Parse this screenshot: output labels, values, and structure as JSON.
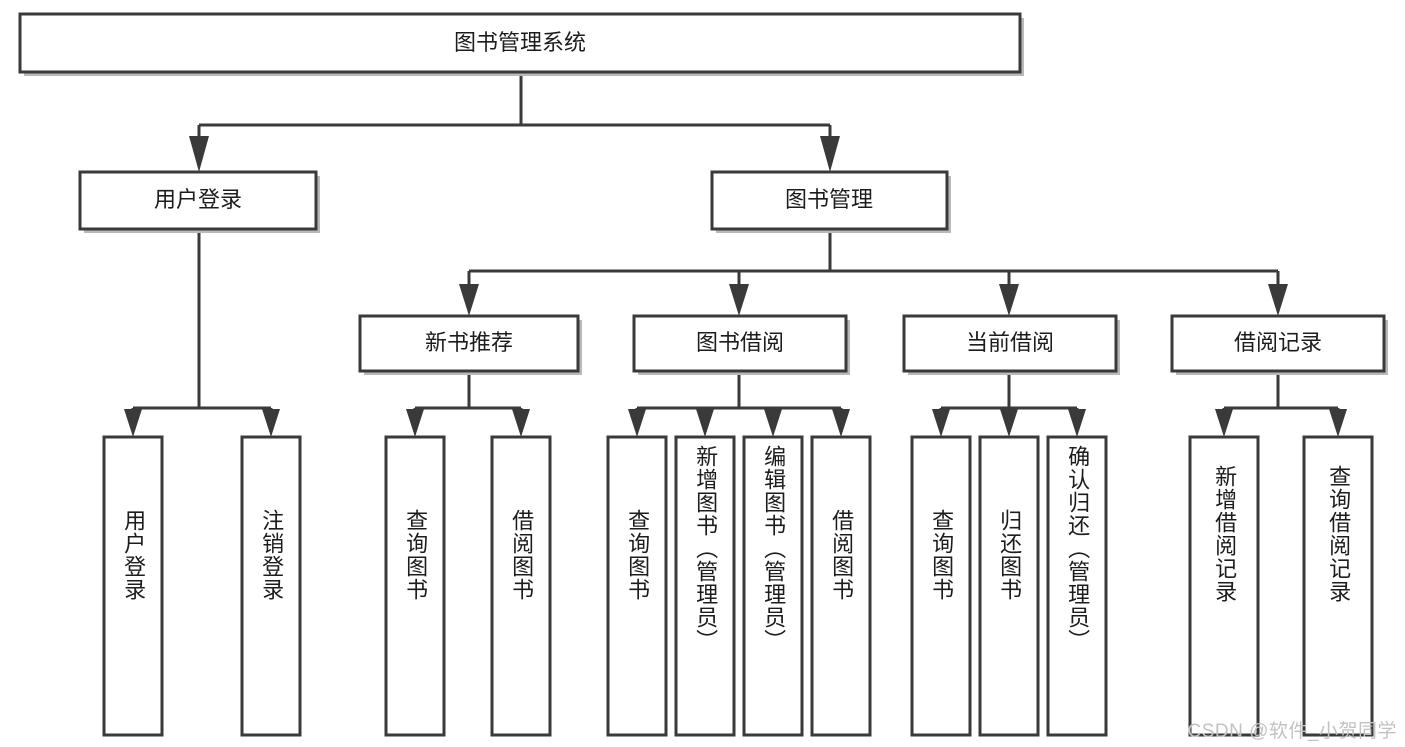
{
  "diagram": {
    "title": "图书管理系统",
    "type": "hierarchy-tree",
    "root": {
      "id": "root",
      "label": "图书管理系统",
      "orientation": "horizontal"
    },
    "level1": [
      {
        "id": "user-login",
        "label": "用户登录",
        "orientation": "horizontal"
      },
      {
        "id": "book-manage",
        "label": "图书管理",
        "orientation": "horizontal"
      }
    ],
    "level2": [
      {
        "id": "new-book-recommend",
        "label": "新书推荐",
        "parent": "book-manage",
        "orientation": "horizontal"
      },
      {
        "id": "book-borrow",
        "label": "图书借阅",
        "parent": "book-manage",
        "orientation": "horizontal"
      },
      {
        "id": "current-borrow",
        "label": "当前借阅",
        "parent": "book-manage",
        "orientation": "horizontal"
      },
      {
        "id": "borrow-record",
        "label": "借阅记录",
        "parent": "book-manage",
        "orientation": "horizontal"
      }
    ],
    "leaves": [
      {
        "id": "leaf-user-login",
        "label": "用户登录",
        "parent": "user-login",
        "orientation": "vertical"
      },
      {
        "id": "leaf-logout-login",
        "label": "注销登录",
        "parent": "user-login",
        "orientation": "vertical"
      },
      {
        "id": "leaf-query-book-1",
        "label": "查询图书",
        "parent": "new-book-recommend",
        "orientation": "vertical"
      },
      {
        "id": "leaf-borrow-book-1",
        "label": "借阅图书",
        "parent": "new-book-recommend",
        "orientation": "vertical"
      },
      {
        "id": "leaf-query-book-2",
        "label": "查询图书",
        "parent": "book-borrow",
        "orientation": "vertical"
      },
      {
        "id": "leaf-add-book",
        "label": "新增图书（管理员）",
        "parent": "book-borrow",
        "orientation": "vertical"
      },
      {
        "id": "leaf-edit-book",
        "label": "编辑图书（管理员）",
        "parent": "book-borrow",
        "orientation": "vertical"
      },
      {
        "id": "leaf-borrow-book-2",
        "label": "借阅图书",
        "parent": "book-borrow",
        "orientation": "vertical"
      },
      {
        "id": "leaf-query-book-3",
        "label": "查询图书",
        "parent": "current-borrow",
        "orientation": "vertical"
      },
      {
        "id": "leaf-return-book",
        "label": "归还图书",
        "parent": "current-borrow",
        "orientation": "vertical"
      },
      {
        "id": "leaf-confirm-return",
        "label": "确认归还（管理员）",
        "parent": "current-borrow",
        "orientation": "vertical"
      },
      {
        "id": "leaf-add-record",
        "label": "新增借阅记录",
        "parent": "borrow-record",
        "orientation": "vertical"
      },
      {
        "id": "leaf-query-record",
        "label": "查询借阅记录",
        "parent": "borrow-record",
        "orientation": "vertical"
      }
    ],
    "colors": {
      "background": "#ffffff",
      "box_fill": "#ffffff",
      "box_stroke": "#3a3a3a",
      "connector": "#3a3a3a",
      "text": "#1c1c1c",
      "watermark": "#c2c2c2"
    }
  },
  "watermark": {
    "text": "CSDN @软件_小贺同学"
  }
}
